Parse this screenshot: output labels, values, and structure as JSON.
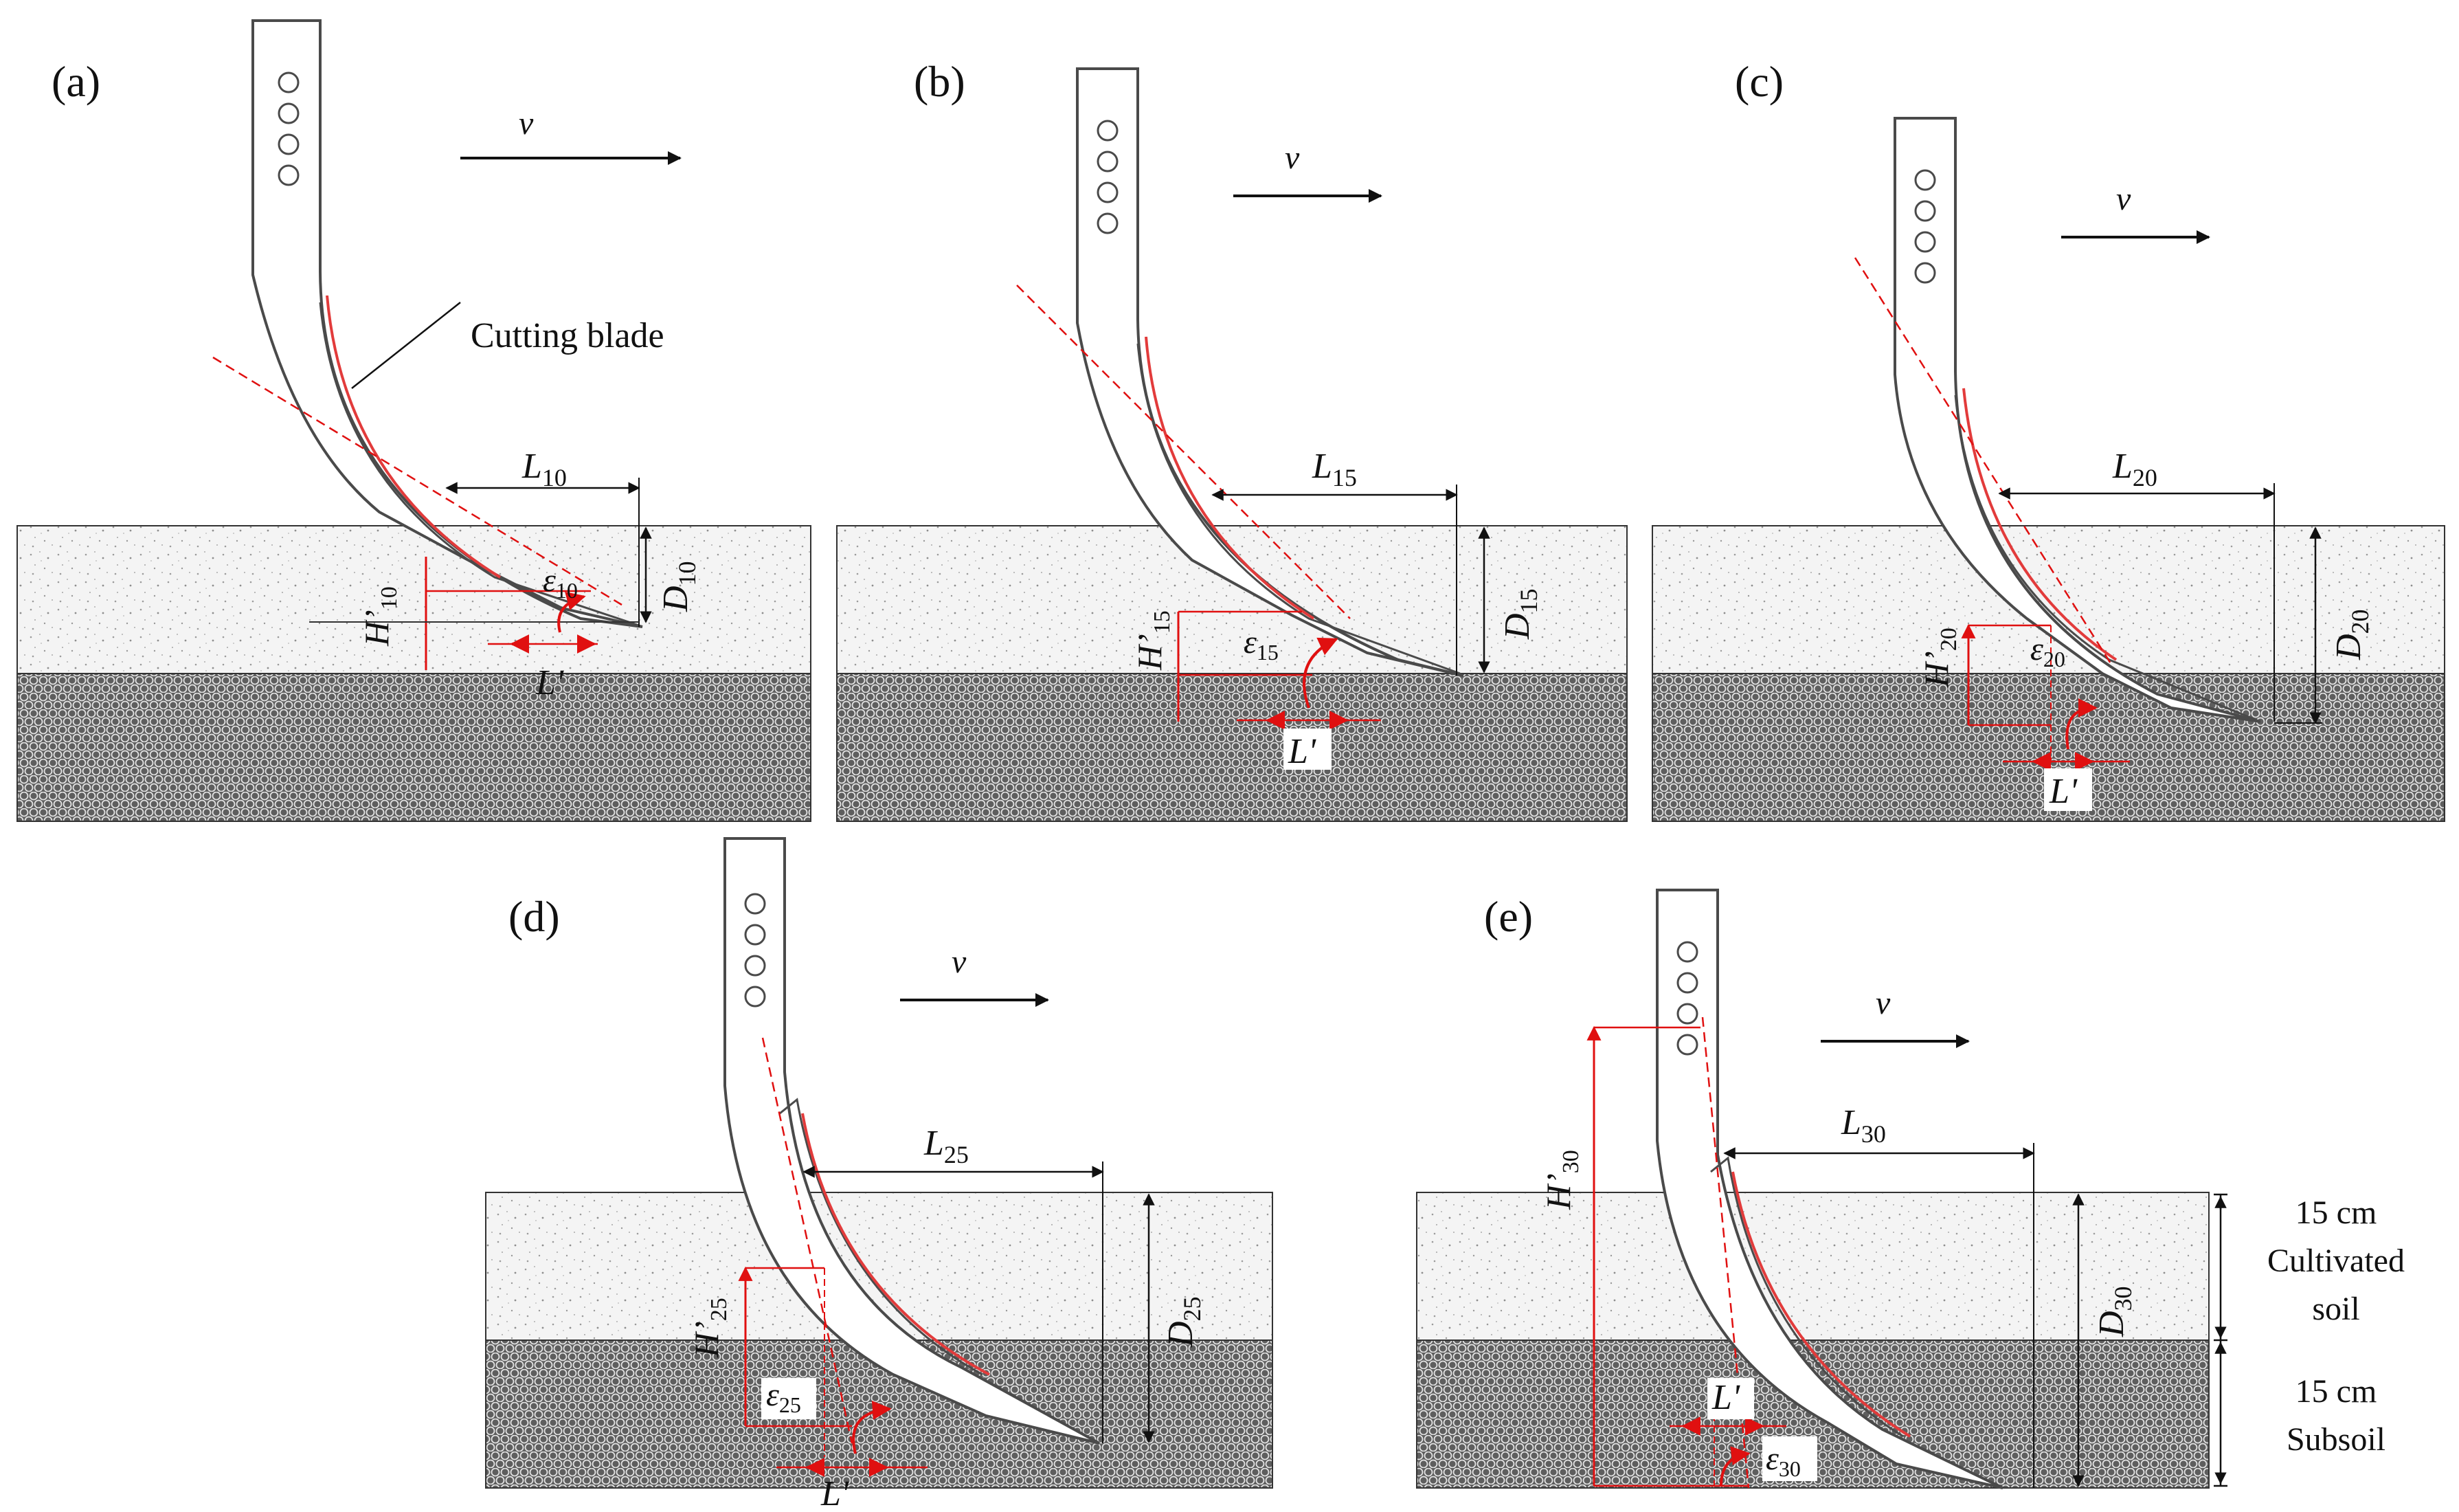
{
  "colors": {
    "shank_outline": "#4a4a4a",
    "cutting_edge": "#e23b3b",
    "annotation": "#e01010",
    "dimension": "#111111",
    "topsoil": "#f4f4f4",
    "subsoil": "#5e5e5e"
  },
  "panels": [
    {
      "id": "a",
      "label": "(a)",
      "velocity": "v",
      "L_sym": "L",
      "L_sub": "10",
      "D_sym": "D",
      "D_sub": "10",
      "H_sym": "H’",
      "H_sub": "10",
      "eps_sym": "ε",
      "eps_sub": "10",
      "Lp": "L'"
    },
    {
      "id": "b",
      "label": "(b)",
      "velocity": "v",
      "L_sym": "L",
      "L_sub": "15",
      "D_sym": "D",
      "D_sub": "15",
      "H_sym": "H’",
      "H_sub": "15",
      "eps_sym": "ε",
      "eps_sub": "15",
      "Lp": "L'"
    },
    {
      "id": "c",
      "label": "(c)",
      "velocity": "v",
      "L_sym": "L",
      "L_sub": "20",
      "D_sym": "D",
      "D_sub": "20",
      "H_sym": "H’",
      "H_sub": "20",
      "eps_sym": "ε",
      "eps_sub": "20",
      "Lp": "L'"
    },
    {
      "id": "d",
      "label": "(d)",
      "velocity": "v",
      "L_sym": "L",
      "L_sub": "25",
      "D_sym": "D",
      "D_sub": "25",
      "H_sym": "H’",
      "H_sub": "25",
      "eps_sym": "ε",
      "eps_sub": "25",
      "Lp": "L'"
    },
    {
      "id": "e",
      "label": "(e)",
      "velocity": "v",
      "L_sym": "L",
      "L_sub": "30",
      "D_sym": "D",
      "D_sub": "30",
      "H_sym": "H’",
      "H_sub": "30",
      "eps_sym": "ε",
      "eps_sub": "30",
      "Lp": "L'"
    }
  ],
  "cutting_blade_label": "Cutting blade",
  "layers": {
    "top": {
      "depth": "15 cm",
      "name_line1": "Cultivated",
      "name_line2": "soil"
    },
    "bottom": {
      "depth": "15 cm",
      "name": "Subsoil"
    }
  }
}
